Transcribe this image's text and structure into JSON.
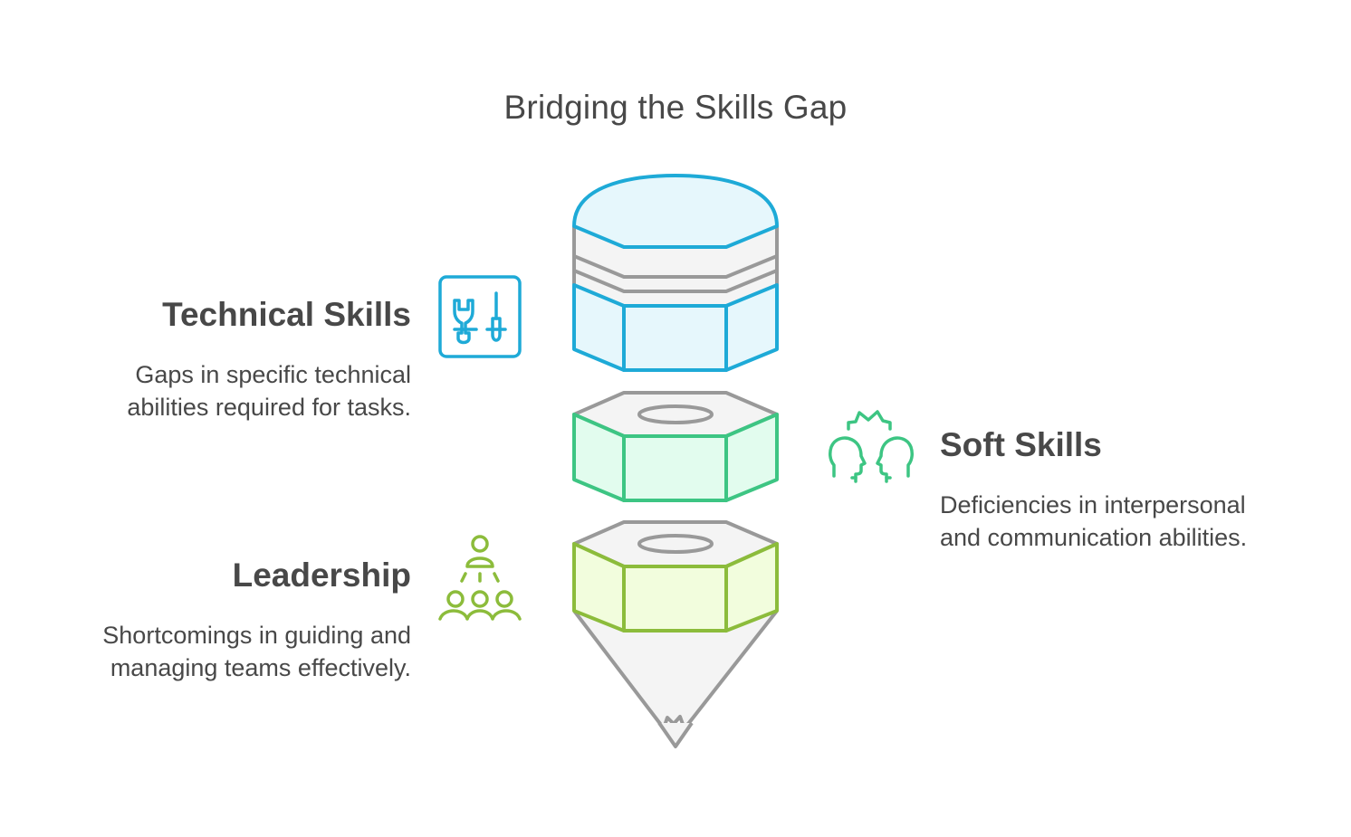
{
  "title": "Bridging the Skills Gap",
  "colors": {
    "text": "#484848",
    "outline_gray": "#999999",
    "fill_gray": "#f4f4f4",
    "blue_stroke": "#1eaad7",
    "blue_fill": "#e6f7fc",
    "green_stroke": "#3dc583",
    "green_fill": "#e2fcee",
    "lime_stroke": "#8cbc3b",
    "lime_fill": "#f2fddd"
  },
  "items": [
    {
      "heading": "Technical Skills",
      "description_line1": "Gaps in specific technical",
      "description_line2": "abilities required for tasks.",
      "icon": "wrench-screwdriver-icon",
      "color": "#1eaad7"
    },
    {
      "heading": "Soft Skills",
      "description_line1": "Deficiencies in interpersonal",
      "description_line2": "and communication abilities.",
      "icon": "two-heads-thinking-icon",
      "color": "#3dc583"
    },
    {
      "heading": "Leadership",
      "description_line1": "Shortcomings in guiding and",
      "description_line2": "managing teams effectively.",
      "icon": "leader-team-icon",
      "color": "#8cbc3b"
    }
  ]
}
